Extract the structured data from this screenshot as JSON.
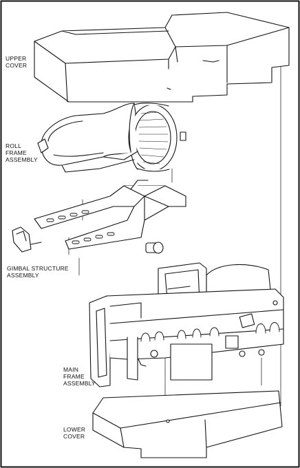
{
  "figure": {
    "ink_color": "#111111",
    "fill_color": "#ffffff"
  },
  "components": [
    {
      "id": "upper-cover",
      "lines": [
        "UPPER",
        "COVER"
      ]
    },
    {
      "id": "roll-frame-assembly",
      "lines": [
        "ROLL",
        "FRAME",
        "ASSEMBLY"
      ]
    },
    {
      "id": "gimbal-structure-assembly",
      "lines": [
        "GIMBAL STRUCTURE",
        "ASSEMBLY"
      ]
    },
    {
      "id": "main-frame-assembly",
      "lines": [
        "MAIN",
        "FRAME",
        "ASSEMBLY"
      ]
    },
    {
      "id": "lower-cover",
      "lines": [
        "LOWER",
        "COVER"
      ]
    }
  ]
}
